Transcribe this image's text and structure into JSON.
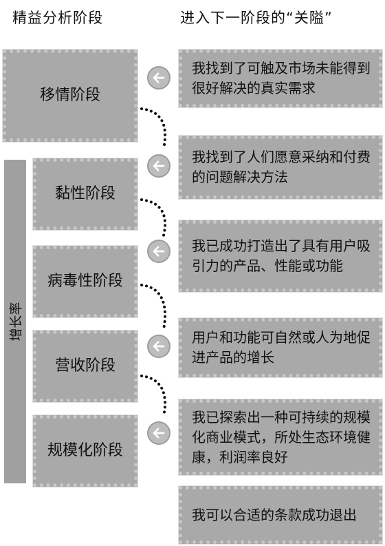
{
  "headers": {
    "left": "精益分析阶段",
    "right": "进入下一阶段的“关隘”"
  },
  "growth_label": "增长率",
  "stages": [
    {
      "label": "移情阶段"
    },
    {
      "label": "黏性阶段"
    },
    {
      "label": "病毒性阶段"
    },
    {
      "label": "营收阶段"
    },
    {
      "label": "规模化阶段"
    }
  ],
  "gates": [
    {
      "text": "我找到了可触及市场未能得到很好解决的真实需求"
    },
    {
      "text": "我找到了人们愿意采纳和付费的问题解决方法"
    },
    {
      "text": "我已成功打造出了具有用户吸引力的产品、性能或功能"
    },
    {
      "text": "用户和功能可自然或人为地促进产品的增长"
    },
    {
      "text": "我已探索出一种可持续的规模化商业模式，所处生态环境健康，利润率良好"
    },
    {
      "text": "我可以合适的条款成功退出"
    }
  ],
  "icons": {
    "arrow": "arrow-left-icon"
  },
  "colors": {
    "box_fill": "#a9a9a9",
    "box_border": "#c8c8c8",
    "bar_fill": "#a0a0a0",
    "connector": "#111111"
  }
}
